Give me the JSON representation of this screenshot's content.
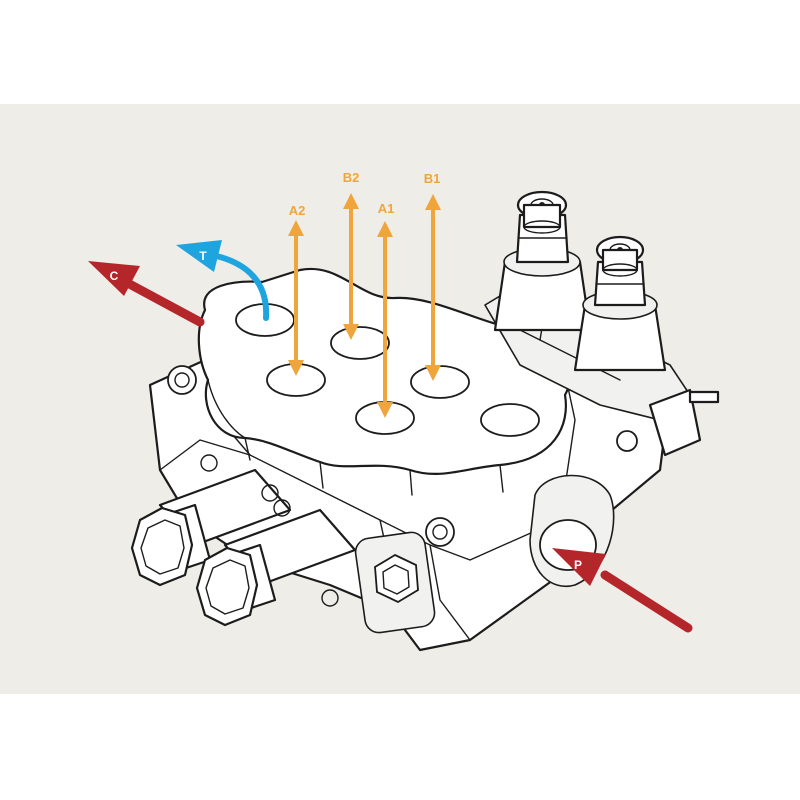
{
  "colors": {
    "background_panel": "#efede8",
    "work_port_arrow": "#f0a53c",
    "tank_arrow": "#1ea5df",
    "flow_arrow": "#b5262b",
    "outline": "#1c1c1c"
  },
  "ports": {
    "a2": "A2",
    "b2": "B2",
    "a1": "A1",
    "b1": "B1",
    "t": "T",
    "c": "C",
    "p": "P"
  }
}
